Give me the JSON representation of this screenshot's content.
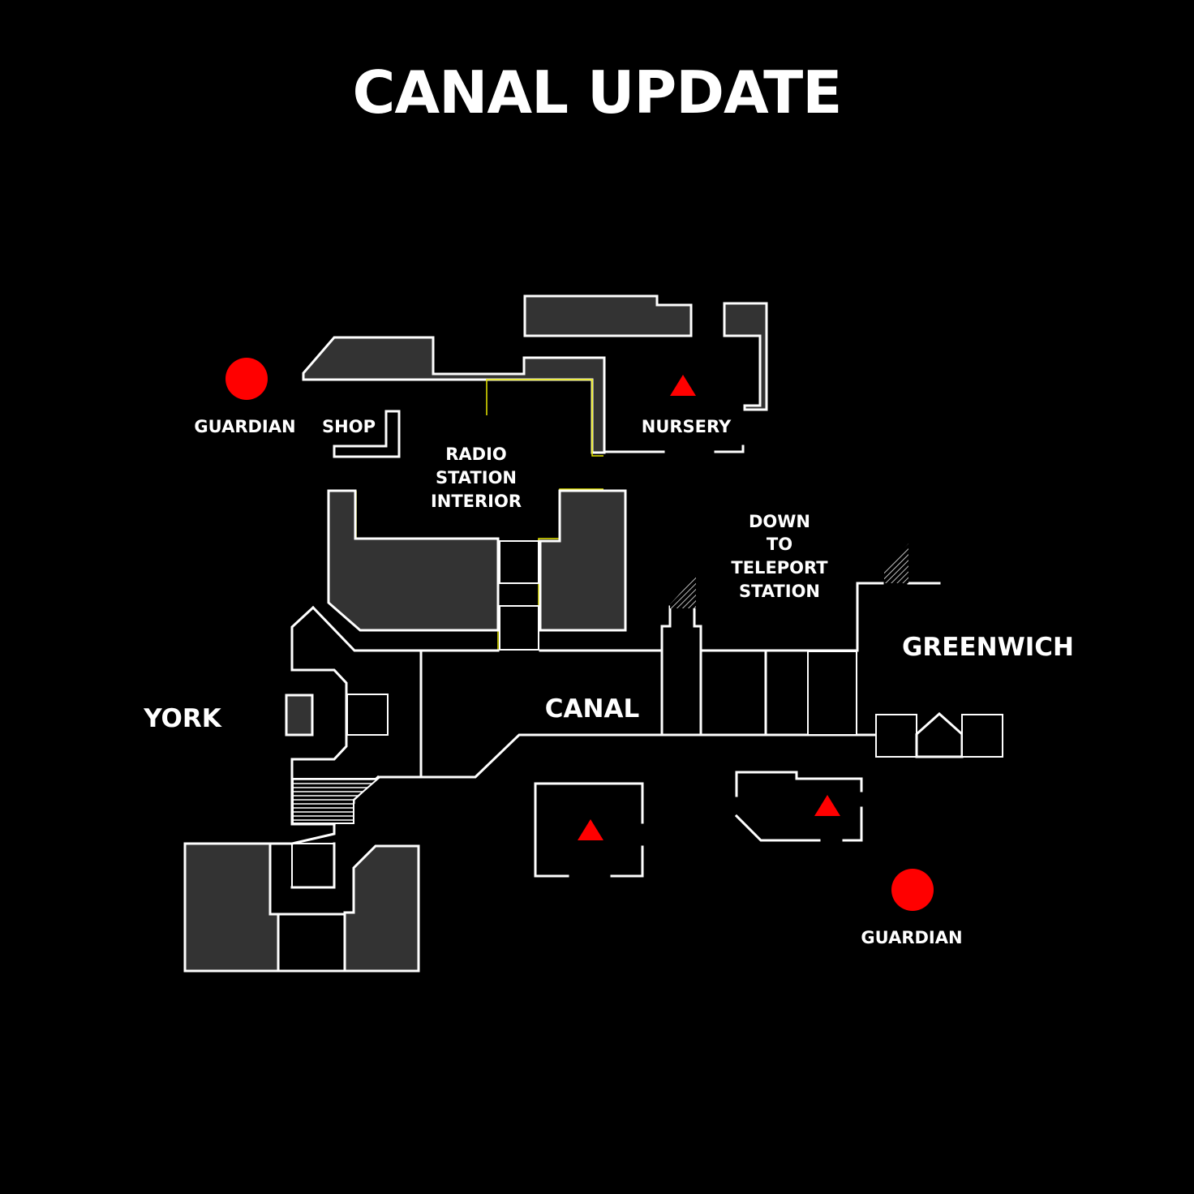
{
  "title": "CANAL UPDATE",
  "labels": {
    "guardian_1": "GUARDIAN",
    "shop": "SHOP",
    "nursery": "NURSERY",
    "radio_1": "RADIO",
    "radio_2": "STATION",
    "radio_3": "INTERIOR",
    "down_1": "DOWN",
    "down_2": "TO",
    "down_3": "TELEPORT",
    "down_4": "STATION",
    "greenwich": "GREENWICH",
    "york": "YORK",
    "canal": "CANAL",
    "guardian_2": "GUARDIAN"
  },
  "legend_colors": {
    "background": "#000000",
    "wall": "#ffffff",
    "room_fill": "#333333",
    "highlight_wall": "#e8e800",
    "marker": "#ff0000"
  },
  "markers": [
    {
      "type": "circle",
      "meaning": "guardian"
    },
    {
      "type": "circle",
      "meaning": "guardian"
    },
    {
      "type": "triangle",
      "meaning": "point of interest"
    },
    {
      "type": "triangle",
      "meaning": "point of interest"
    },
    {
      "type": "triangle",
      "meaning": "point of interest"
    }
  ]
}
